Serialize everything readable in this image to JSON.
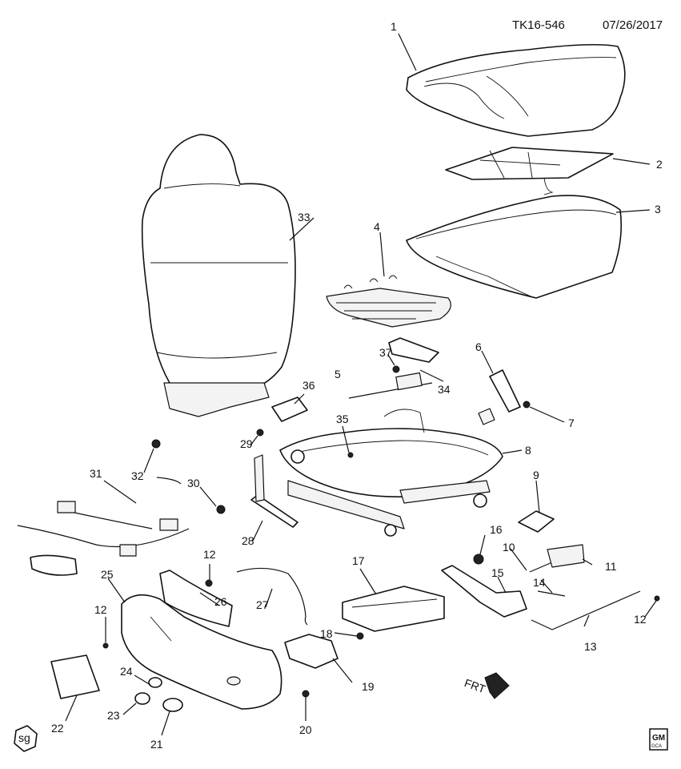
{
  "header": {
    "doc_id": "TK16-546",
    "date": "07/26/2017"
  },
  "callouts": [
    "1",
    "2",
    "3",
    "4",
    "5",
    "6",
    "7",
    "8",
    "9",
    "10",
    "11",
    "12",
    "12",
    "12",
    "13",
    "14",
    "15",
    "16",
    "17",
    "18",
    "19",
    "20",
    "21",
    "22",
    "23",
    "24",
    "25",
    "26",
    "27",
    "28",
    "29",
    "30",
    "31",
    "32",
    "33",
    "34",
    "35",
    "36",
    "37"
  ],
  "direction_label": "FRT",
  "badges": {
    "sg": "sg",
    "gm_top": "GM",
    "gm_bottom": "GCA"
  }
}
